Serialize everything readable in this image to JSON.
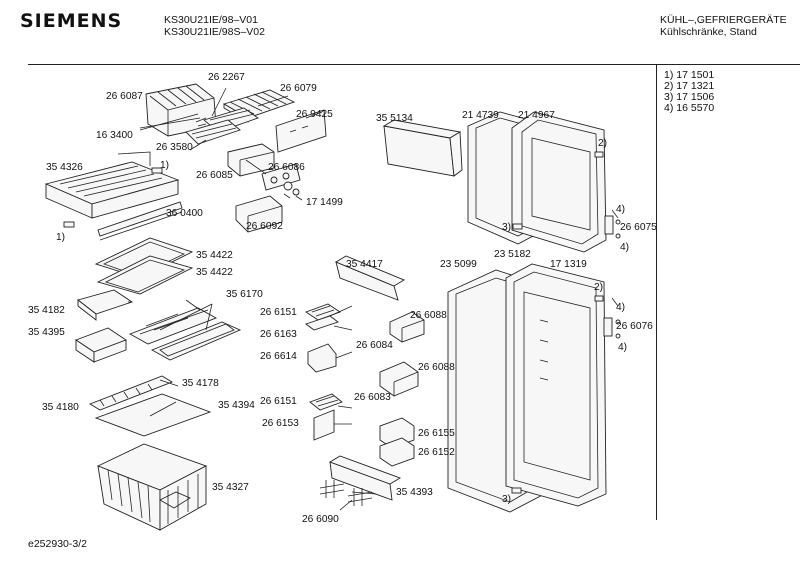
{
  "header": {
    "brand": "SIEMENS",
    "model_line_1": "KS30U21IE/98–V01",
    "model_line_2": "KS30U21IE/98S–V02",
    "category_line_1": "KÜHL–,GEFRIERGERÄTE",
    "category_line_2": "Kühlschränke, Stand"
  },
  "legend": [
    "1) 17 1501",
    "2) 17 1321",
    "3) 17 1506",
    "4) 16 5570"
  ],
  "footer": "e252930-3/2",
  "labels": {
    "l266087": "26 6087",
    "l262267": "26 2267",
    "l266079": "26 6079",
    "l163400": "16 3400",
    "l269425": "26 9425",
    "l263580": "26 3580",
    "l354326": "35 4326",
    "l1a": "1)",
    "l266086": "26 6086",
    "l266085": "26 6085",
    "l171499": "17 1499",
    "l360400": "36 0400",
    "l266092": "26 6092",
    "l1b": "1)",
    "l355134": "35 5134",
    "l214739": "21 4739",
    "l214967": "21 4967",
    "l2a": "2)",
    "l3a": "3)",
    "l4a": "4)",
    "l266075": "26 6075",
    "l4b": "4)",
    "l354422a": "35 4422",
    "l354422b": "35 4422",
    "l354417": "35 4417",
    "l235099": "23 5099",
    "l235182": "23 5182",
    "l171319": "17 1319",
    "l2b": "2)",
    "l354182": "35 4182",
    "l356170": "35 6170",
    "l266151a": "26 6151",
    "l266088a": "26 6088",
    "l4c": "4)",
    "l266076": "26 6076",
    "l354395": "35 4395",
    "l266163": "26 6163",
    "l266084": "26 6084",
    "l266614": "26 6614",
    "l4d": "4)",
    "l266088b": "26 6088",
    "l354178": "35 4178",
    "l266083": "26 6083",
    "l354180": "35 4180",
    "l354394": "35 4394",
    "l266151b": "26 6151",
    "l266153": "26 6153",
    "l266155": "26 6155",
    "l266152": "26 6152",
    "l354393": "35 4393",
    "l354327": "35 4327",
    "l3b": "3)",
    "l266090": "26 6090"
  }
}
